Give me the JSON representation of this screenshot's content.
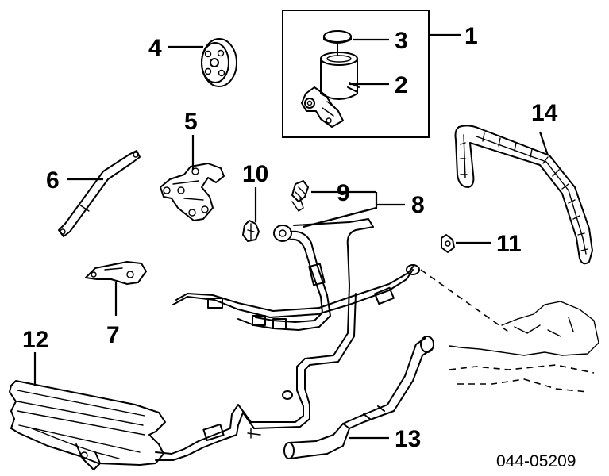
{
  "diagram": {
    "callouts": [
      {
        "id": "c1",
        "text": "1"
      },
      {
        "id": "c2",
        "text": "2"
      },
      {
        "id": "c3",
        "text": "3"
      },
      {
        "id": "c4",
        "text": "4"
      },
      {
        "id": "c5",
        "text": "5"
      },
      {
        "id": "c6",
        "text": "6"
      },
      {
        "id": "c7",
        "text": "7"
      },
      {
        "id": "c8",
        "text": "8"
      },
      {
        "id": "c9",
        "text": "9"
      },
      {
        "id": "c10",
        "text": "10"
      },
      {
        "id": "c11",
        "text": "11"
      },
      {
        "id": "c12",
        "text": "12"
      },
      {
        "id": "c13",
        "text": "13"
      },
      {
        "id": "c14",
        "text": "14"
      }
    ],
    "drawing_code": "044-05209"
  }
}
